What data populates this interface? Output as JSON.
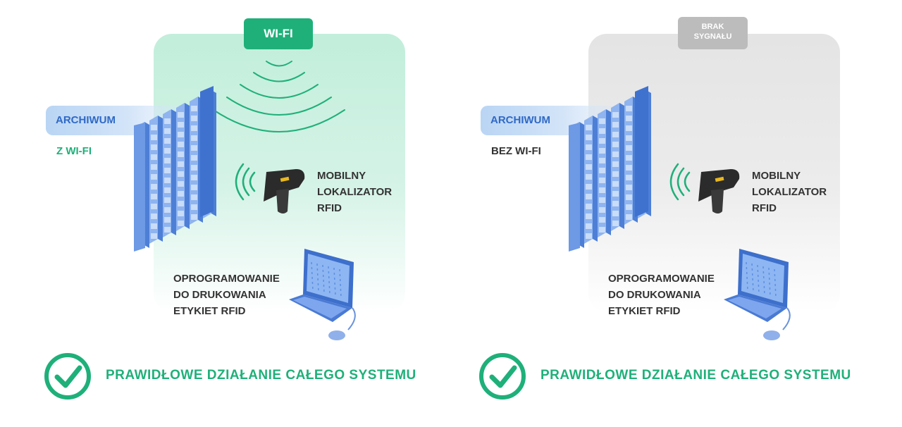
{
  "left": {
    "badge": "WI-FI",
    "archive_label": "ARCHIWUM",
    "archive_sub": "Z WI-FI",
    "mobile_label": [
      "MOBILNY",
      "LOKALIZATOR",
      "RFID"
    ],
    "software_label": [
      "OPROGRAMOWANIE",
      "DO DRUKOWANIA",
      "ETYKIET RFID"
    ],
    "status": "PRAWIDŁOWE DZIAŁANIE CAŁEGO SYSTEMU"
  },
  "right": {
    "badge": "BRAK\nSYGNAŁU",
    "archive_label": "ARCHIWUM",
    "archive_sub": "BEZ WI-FI",
    "mobile_label": [
      "MOBILNY",
      "LOKALIZATOR",
      "RFID"
    ],
    "software_label": [
      "OPROGRAMOWANIE",
      "DO DRUKOWANIA",
      "ETYKIET RFID"
    ],
    "status": "PRAWIDŁOWE DZIAŁANIE CAŁEGO SYSTEMU"
  },
  "colors": {
    "green": "#1fb07a",
    "blue_text": "#2f69c6",
    "shelf_blue": "#5f8fe0",
    "grey_badge": "#bcbcbc"
  },
  "icons": [
    "wifi-signal-icon",
    "archive-shelf-icon",
    "rfid-scanner-icon",
    "rfid-wave-icon",
    "laptop-icon",
    "mouse-icon",
    "checkmark-circle-icon"
  ]
}
